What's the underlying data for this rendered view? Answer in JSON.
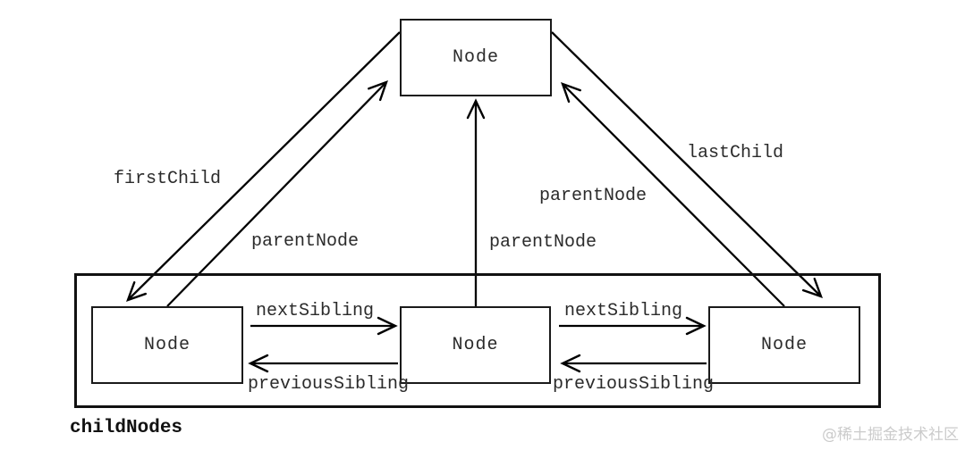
{
  "diagram": {
    "title_hint": "DOM node relationships",
    "parent_node_label": "Node",
    "child_node_labels": [
      "Node",
      "Node",
      "Node"
    ],
    "container_label": "childNodes",
    "edge_labels": {
      "first_child": "firstChild",
      "last_child": "lastChild",
      "parent_left": "parentNode",
      "parent_middle": "parentNode",
      "parent_right": "parentNode",
      "next_sibling_left": "nextSibling",
      "next_sibling_right": "nextSibling",
      "previous_sibling_left": "previousSibling",
      "previous_sibling_right": "previousSibling"
    },
    "colors": {
      "line": "#000000",
      "text": "#2b2b2b",
      "border": "#111111",
      "background": "#ffffff",
      "watermark": "#cbcbcb"
    }
  },
  "watermark": "@稀土掘金技术社区"
}
